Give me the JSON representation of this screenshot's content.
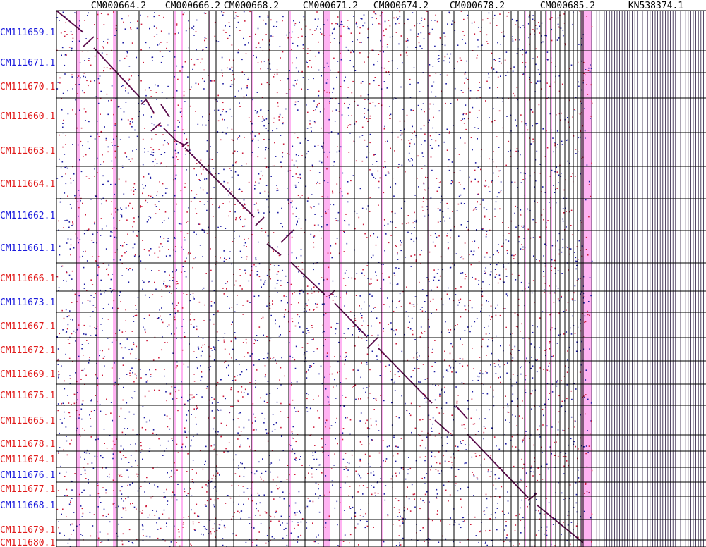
{
  "chart_data": {
    "type": "scatter",
    "title": "",
    "xlabel": "",
    "ylabel": "",
    "grid": true,
    "colors": {
      "forward_match": "#1a1aa0",
      "reverse_match": "#cc1a3a",
      "diagonal": "#5a0a4a",
      "gap_band": "#ff99ee",
      "grid_line": "#000000",
      "label_blue": "#1a1adc",
      "label_red": "#e01a1a"
    },
    "x_sequences": [
      "CM000664.2",
      "CM000666.2",
      "CM000668.2",
      "CM000671.2",
      "CM000674.2",
      "CM000678.2",
      "CM000685.2",
      "KN538374.1"
    ],
    "y_sequences": [
      {
        "name": "CM111659.1",
        "strand": "forward"
      },
      {
        "name": "CM111671.1",
        "strand": "forward"
      },
      {
        "name": "CM111670.1",
        "strand": "reverse"
      },
      {
        "name": "CM111660.1",
        "strand": "reverse"
      },
      {
        "name": "CM111663.1",
        "strand": "reverse"
      },
      {
        "name": "CM111664.1",
        "strand": "reverse"
      },
      {
        "name": "CM111662.1",
        "strand": "forward"
      },
      {
        "name": "CM111661.1",
        "strand": "forward"
      },
      {
        "name": "CM111666.1",
        "strand": "reverse"
      },
      {
        "name": "CM111673.1",
        "strand": "forward"
      },
      {
        "name": "CM111667.1",
        "strand": "reverse"
      },
      {
        "name": "CM111672.1",
        "strand": "reverse"
      },
      {
        "name": "CM111669.1",
        "strand": "reverse"
      },
      {
        "name": "CM111675.1",
        "strand": "reverse"
      },
      {
        "name": "CM111665.1",
        "strand": "reverse"
      },
      {
        "name": "CM111678.1",
        "strand": "reverse"
      },
      {
        "name": "CM111674.1",
        "strand": "reverse"
      },
      {
        "name": "CM111676.1",
        "strand": "forward"
      },
      {
        "name": "CM111677.1",
        "strand": "reverse"
      },
      {
        "name": "CM111668.1",
        "strand": "forward"
      },
      {
        "name": "CM111679.1",
        "strand": "reverse"
      },
      {
        "name": "CM111680.1",
        "strand": "reverse"
      }
    ]
  }
}
